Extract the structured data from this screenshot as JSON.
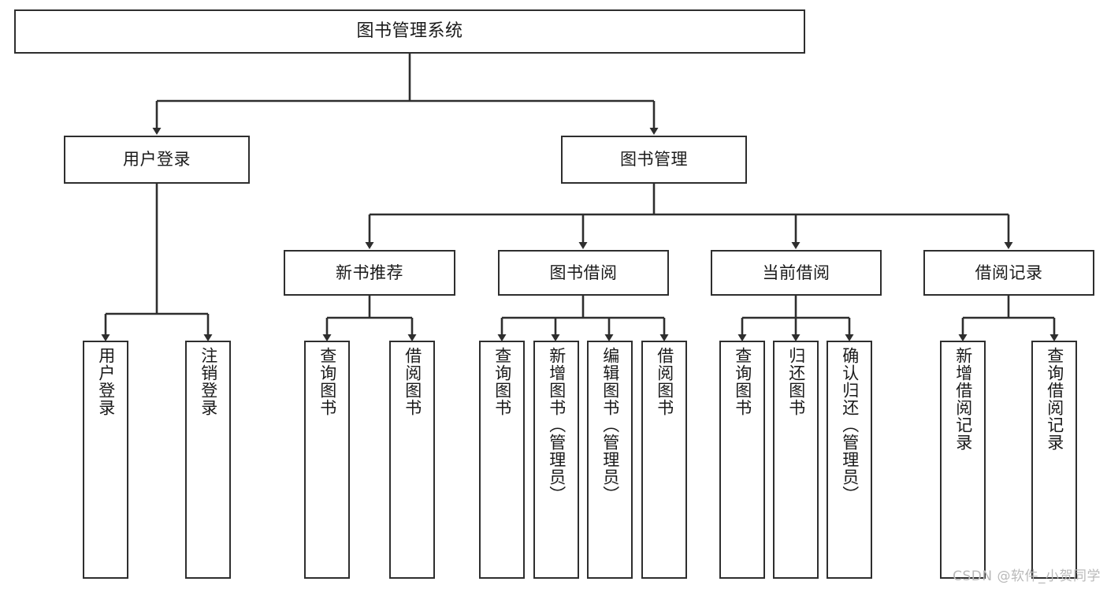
{
  "diagram": {
    "title": "图书管理系统",
    "type": "hierarchy-tree",
    "watermark": "CSDN @软件_小贺同学",
    "colors": {
      "box_border": "#2e2e2e",
      "box_fill": "#ffffff",
      "edge": "#2e2e2e",
      "text": "#1a1a1a",
      "watermark": "#b9b9b9"
    },
    "nodes": {
      "root": {
        "label": "图书管理系统"
      },
      "level1": [
        {
          "label": "用户登录"
        },
        {
          "label": "图书管理"
        }
      ],
      "level2": [
        {
          "label": "新书推荐"
        },
        {
          "label": "图书借阅"
        },
        {
          "label": "当前借阅"
        },
        {
          "label": "借阅记录"
        }
      ],
      "leaves": {
        "user_login": [
          {
            "label": "用户登录"
          },
          {
            "label": "注销登录"
          }
        ],
        "new_book": [
          {
            "label": "查询图书"
          },
          {
            "label": "借阅图书"
          }
        ],
        "book_borrow": [
          {
            "label": "查询图书"
          },
          {
            "label": "新增图书（管理员）"
          },
          {
            "label": "编辑图书（管理员）"
          },
          {
            "label": "借阅图书"
          }
        ],
        "current_borrow": [
          {
            "label": "查询图书"
          },
          {
            "label": "归还图书"
          },
          {
            "label": "确认归还（管理员）"
          }
        ],
        "borrow_record": [
          {
            "label": "新增借阅记录"
          },
          {
            "label": "查询借阅记录"
          }
        ]
      }
    }
  }
}
